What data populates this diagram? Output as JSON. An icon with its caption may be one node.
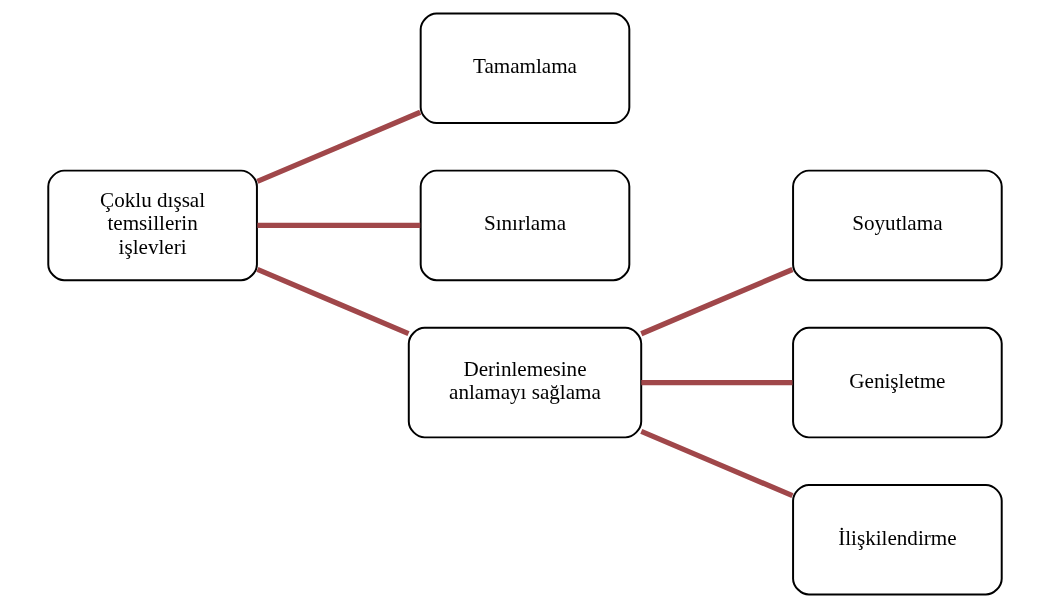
{
  "diagram": {
    "nodes": [
      {
        "text": [
          "Çoklu dışsal temsillerin işlevleri"
        ]
      },
      {
        "text": [
          "Tamamlama"
        ]
      },
      {
        "text": [
          "Sınırlama"
        ]
      },
      {
        "text": [
          "Derinlemesine anlamayı sağlama"
        ]
      },
      {
        "text": [
          "Soyutlama"
        ]
      },
      {
        "text": [
          "Genişletme"
        ]
      },
      {
        "text": [
          "İlişkilendirme"
        ]
      }
    ],
    "edges": [
      {
        "from": 0,
        "to": 1,
        "arrow": "none"
      },
      {
        "from": 0,
        "to": 2,
        "arrow": "none"
      },
      {
        "from": 0,
        "to": 3,
        "arrow": "none"
      },
      {
        "from": 3,
        "to": 4,
        "arrow": "none"
      },
      {
        "from": 3,
        "to": 5,
        "arrow": "none"
      },
      {
        "from": 3,
        "to": 6,
        "arrow": "none"
      }
    ]
  }
}
